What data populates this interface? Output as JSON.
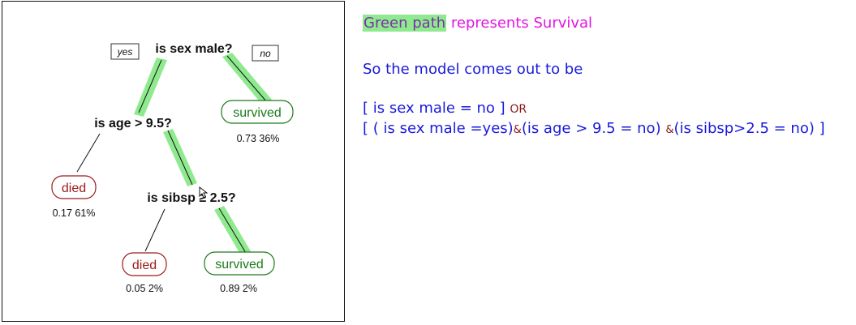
{
  "tree": {
    "yes_label": "yes",
    "no_label": "no",
    "root_question": "is sex male?",
    "age_question": "is age > 9.5?",
    "sibsp_question": "is sibsp ≥ 2.5?",
    "leaf_survived_top": {
      "label": "survived",
      "stats": "0.73  36%"
    },
    "leaf_died_left": {
      "label": "died",
      "stats": "0.17  61%"
    },
    "leaf_died_bottom": {
      "label": "died",
      "stats": "0.05  2%"
    },
    "leaf_survived_bottom": {
      "label": "survived",
      "stats": "0.89  2%"
    },
    "colors": {
      "path_highlight": "#8fea8f",
      "died": "#9b1b1b",
      "survived": "#1a7a1a"
    }
  },
  "notes": {
    "green_path": "Green path",
    "represents": " represents Survival",
    "model_intro": "So the model comes out to be",
    "rule1_text": "[ is sex male = no ] ",
    "rule1_or": "OR",
    "rule2_part1": "[ ( is sex male =yes)",
    "amp1": "&",
    "rule2_part2": "(is age > 9.5 = no) ",
    "amp2": "&",
    "rule2_part3": "(is sibsp>2.5 = no) ]",
    "colors": {
      "highlight_bg": "#8fea8f",
      "magenta": "#e414e4",
      "blue": "#1a1adb",
      "operator": "#8b1a1a"
    }
  }
}
